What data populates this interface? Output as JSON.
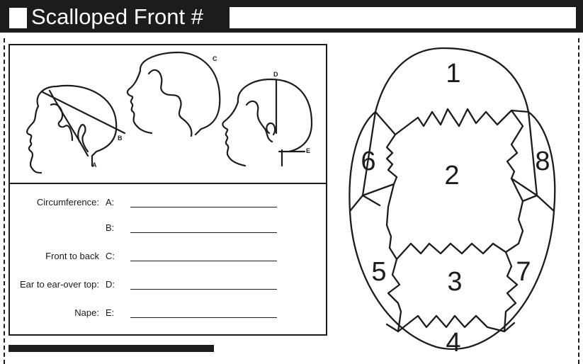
{
  "header": {
    "title": "Scalloped Front #"
  },
  "head_labels": {
    "a": "A",
    "b": "B",
    "c": "C",
    "d": "D",
    "e": "E"
  },
  "measurements": [
    {
      "label": "Circumference:",
      "letter": "A:"
    },
    {
      "label": "",
      "letter": "B:"
    },
    {
      "label": "Front to back",
      "letter": "C:"
    },
    {
      "label": "Ear to ear-over top:",
      "letter": "D:"
    },
    {
      "label": "Nape:",
      "letter": "E:"
    }
  ],
  "sections": {
    "s1": "1",
    "s2": "2",
    "s3": "3",
    "s4": "4",
    "s5": "5",
    "s6": "6",
    "s7": "7",
    "s8": "8"
  }
}
